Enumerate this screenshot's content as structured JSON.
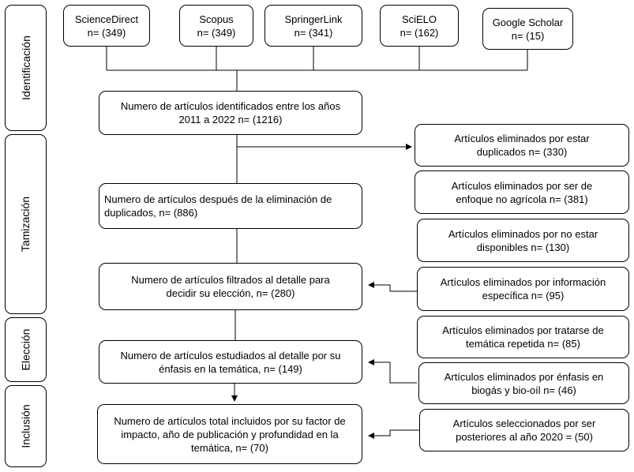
{
  "stages": [
    {
      "label": "Identificación"
    },
    {
      "label": "Tamización"
    },
    {
      "label": "Elección"
    },
    {
      "label": "Inclusión"
    }
  ],
  "sources": [
    {
      "name": "ScienceDirect",
      "count": "n= (349)"
    },
    {
      "name": "Scopus",
      "count": "n= (349)"
    },
    {
      "name": "SpringerLink",
      "count": "n= (341)"
    },
    {
      "name": "SciELO",
      "count": "n= (162)"
    },
    {
      "name": "Google Scholar",
      "count": "n= (15)"
    }
  ],
  "main": [
    {
      "text": "Numero de artículos identificados entre los años 2011 a 2022 n= (1216)"
    },
    {
      "text": "Numero de artículos después de la eliminación de duplicados, n= (886)"
    },
    {
      "text": "Numero de artículos filtrados al detalle para decidir su elección, n= (280)"
    },
    {
      "text": "Numero de artículos estudiados al detalle por su énfasis en la temática, n= (149)"
    },
    {
      "text": "Numero de artículos total incluidos por su factor de impacto, año de publicación y profundidad en la temática, n= (70)"
    }
  ],
  "exclusions": [
    {
      "text": "Artículos eliminados por estar duplicados n= (330)"
    },
    {
      "text": "Artículos eliminados por ser de enfoque no agrícola n= (381)"
    },
    {
      "text": "Artículos eliminados por no estar disponibles n= (130)"
    },
    {
      "text": "Artículos eliminados por información específica n= (95)"
    },
    {
      "text": "Artículos eliminados por tratarse de temática repetida n= (85)"
    },
    {
      "text": "Artículos eliminados por énfasis en biogás y bio-oíl n= (46)"
    },
    {
      "text": "Artículos seleccionados por ser posteriores al año 2020 = (50)"
    }
  ]
}
